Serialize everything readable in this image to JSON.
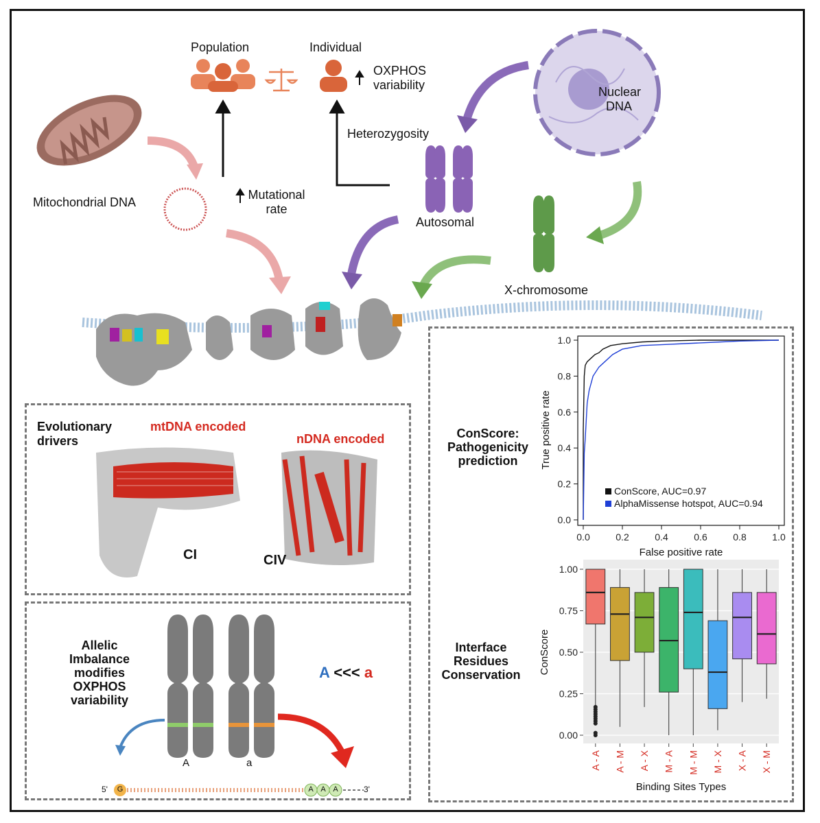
{
  "top": {
    "population_label": "Population",
    "individual_label": "Individual",
    "oxphos_variability": [
      "OXPHOS",
      "variability"
    ],
    "heterozygosity_label": "Heterozygosity",
    "mutational_rate": [
      "Mutational",
      "rate"
    ],
    "mitochondrial_dna_label": "Mitochondrial DNA",
    "nuclear_dna": [
      "Nuclear",
      "DNA"
    ],
    "autosomal_label": "Autosomal",
    "x_chromosome_label": "X-chromosome"
  },
  "evolutionary": {
    "title": [
      "Evolutionary",
      "drivers"
    ],
    "mtdna_label": "mtDNA encoded",
    "ndna_label": "nDNA encoded",
    "ci_label": "CI",
    "civ_label": "CIV"
  },
  "allelic": {
    "title": [
      "Allelic",
      "Imbalance",
      "modifies",
      "OXPHOS",
      "variability"
    ],
    "allele_big_a": "A",
    "allele_small_a": "a",
    "symbol_left": "A",
    "symbol_mid": "<<<",
    "symbol_right": "a",
    "strand_5": "5'",
    "strand_3": "3'",
    "nucleotide_g": "G",
    "nucleotide_a": "A"
  },
  "conscore_panel": {
    "title": [
      "ConScore:",
      "Pathogenicity",
      "prediction"
    ]
  },
  "interface_panel": {
    "title": [
      "Interface",
      "Residues",
      "Conservation"
    ]
  },
  "colors": {
    "population": "#e07b4f",
    "pink_arrow": "#e8a3a3",
    "purple_arrow": "#7a5aa8",
    "green_arrow": "#6aa84f",
    "red_protein": "#cc2a1f",
    "grey_protein": "#9a9a9a"
  },
  "chart_data": [
    {
      "type": "line",
      "xlabel": "False positive rate",
      "ylabel": "True positive rate",
      "xlim": [
        0,
        1
      ],
      "ylim": [
        0,
        1
      ],
      "xticks": [
        "0.0",
        "0.2",
        "0.4",
        "0.6",
        "0.8",
        "1.0"
      ],
      "yticks": [
        "0.0",
        "0.2",
        "0.4",
        "0.6",
        "0.8",
        "1.0"
      ],
      "legend_position": "bottom-left",
      "series": [
        {
          "name": "ConScore, AUC=0.97",
          "color": "#111111",
          "x": [
            0.0,
            0.0,
            0.005,
            0.01,
            0.02,
            0.04,
            0.06,
            0.08,
            0.1,
            0.14,
            0.2,
            0.3,
            0.4,
            0.6,
            0.8,
            1.0
          ],
          "y": [
            0.0,
            0.5,
            0.8,
            0.86,
            0.88,
            0.9,
            0.92,
            0.93,
            0.95,
            0.97,
            0.98,
            0.99,
            0.995,
            1.0,
            1.0,
            1.0
          ]
        },
        {
          "name": "AlphaMissense hotspot, AUC=0.94",
          "color": "#1f3fd6",
          "x": [
            0.0,
            0.005,
            0.01,
            0.02,
            0.03,
            0.05,
            0.08,
            0.1,
            0.15,
            0.2,
            0.3,
            0.4,
            0.5,
            0.6,
            0.7,
            0.8,
            1.0
          ],
          "y": [
            0.0,
            0.37,
            0.45,
            0.65,
            0.72,
            0.8,
            0.85,
            0.87,
            0.92,
            0.95,
            0.97,
            0.975,
            0.98,
            0.985,
            0.99,
            0.995,
            1.0
          ]
        }
      ]
    },
    {
      "type": "box",
      "xlabel": "Binding Sites Types",
      "ylabel": "ConScore",
      "ylim": [
        0,
        1
      ],
      "yticks": [
        "0.00",
        "0.25",
        "0.50",
        "0.75",
        "1.00"
      ],
      "categories": [
        "A - A",
        "A - M",
        "A - X",
        "M - A",
        "M - M",
        "M - X",
        "X - A",
        "X - M"
      ],
      "boxes": [
        {
          "min": 0.17,
          "q1": 0.67,
          "median": 0.86,
          "q3": 1.0,
          "max": 1.0,
          "color": "#f0766d",
          "outliers": [
            0.0,
            0.17
          ]
        },
        {
          "min": 0.05,
          "q1": 0.45,
          "median": 0.73,
          "q3": 0.89,
          "max": 1.0,
          "color": "#c9a235"
        },
        {
          "min": 0.17,
          "q1": 0.5,
          "median": 0.71,
          "q3": 0.86,
          "max": 1.0,
          "color": "#7dae38"
        },
        {
          "min": 0.0,
          "q1": 0.26,
          "median": 0.57,
          "q3": 0.89,
          "max": 1.0,
          "color": "#3cb46a"
        },
        {
          "min": 0.0,
          "q1": 0.4,
          "median": 0.74,
          "q3": 1.0,
          "max": 1.0,
          "color": "#3bbcbc"
        },
        {
          "min": 0.03,
          "q1": 0.16,
          "median": 0.38,
          "q3": 0.69,
          "max": 1.0,
          "color": "#4aa7f0"
        },
        {
          "min": 0.2,
          "q1": 0.46,
          "median": 0.71,
          "q3": 0.86,
          "max": 1.0,
          "color": "#a98cf0"
        },
        {
          "min": 0.22,
          "q1": 0.43,
          "median": 0.61,
          "q3": 0.86,
          "max": 1.0,
          "color": "#ea6ad0"
        }
      ]
    }
  ]
}
